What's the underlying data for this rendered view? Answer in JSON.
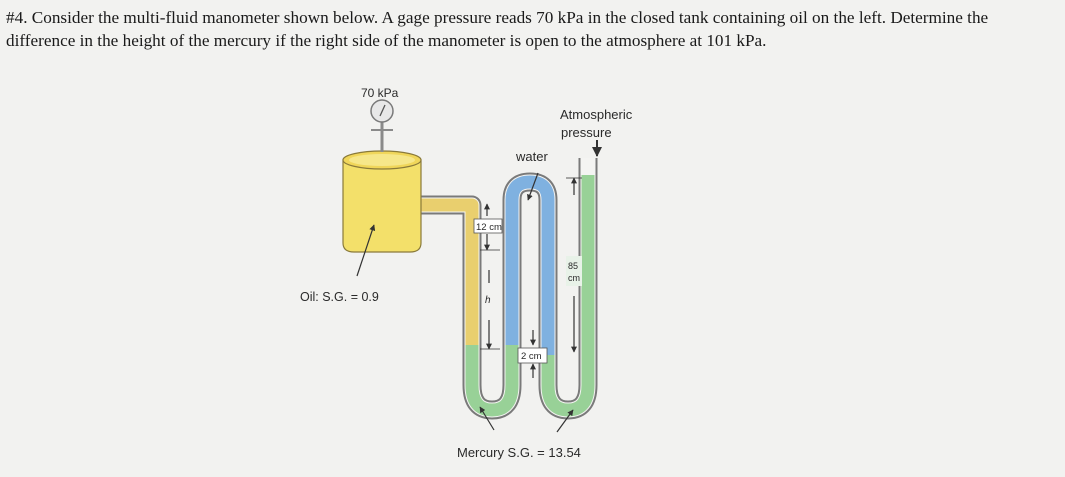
{
  "problem": {
    "text": "#4. Consider the multi-fluid manometer shown below. A gage pressure reads 70 kPa in the closed tank containing oil on the left. Determine the difference in the height of the mercury if the right side of the manometer is open to the atmosphere at 101 kPa."
  },
  "diagram": {
    "gauge_label": "70 kPa",
    "atmospheric_label_line1": "Atmospheric",
    "atmospheric_label_line2": "pressure",
    "water_label": "water",
    "oil_label": "Oil: S.G. = 0.9",
    "dim_12cm": "12 cm",
    "dim_h": "h",
    "dim_2cm": "2 cm",
    "dim_85": "85",
    "dim_cm": "cm",
    "mercury_label": "Mercury S.G. = 13.54",
    "colors": {
      "oil": "#f3e06a",
      "water": "#7fb1e0",
      "mercury": "#98d197",
      "tube_outline": "#7a7a7a",
      "background": "#f2f2f0"
    }
  }
}
